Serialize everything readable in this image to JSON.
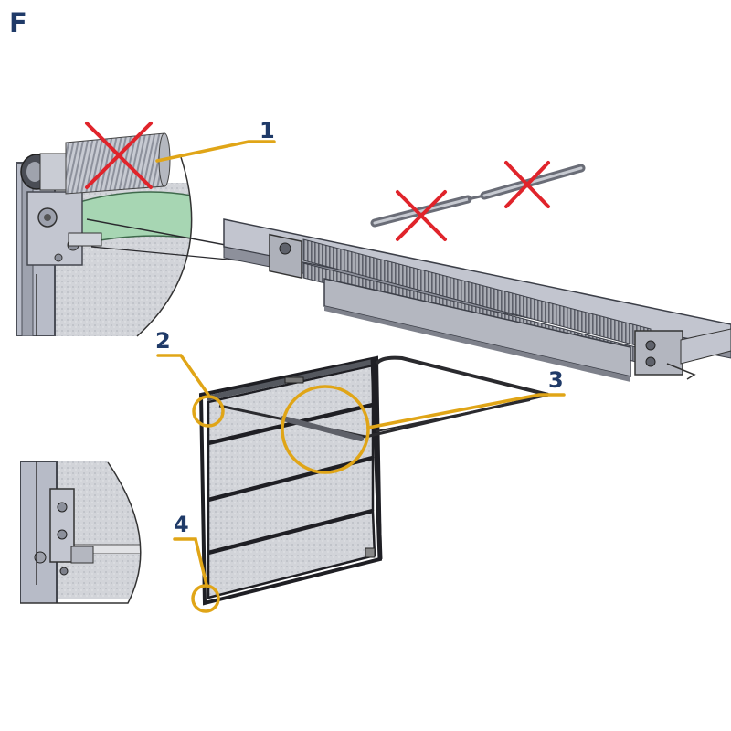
{
  "figure": {
    "letter": "F",
    "callouts": [
      {
        "id": "1",
        "label": "1"
      },
      {
        "id": "2",
        "label": "2"
      },
      {
        "id": "3",
        "label": "3"
      },
      {
        "id": "4",
        "label": "4"
      }
    ]
  },
  "colors": {
    "label": "#1f3a68",
    "leader": "#e0a517",
    "cross": "#e0242b",
    "steel": "#b9bdc9",
    "steel_dark": "#6f7381",
    "panel": "#cfd1d6",
    "cable_drum_green": "#9fd2ad",
    "line": "#1b1b1f"
  },
  "icons": [
    "cross-mark-icon"
  ]
}
